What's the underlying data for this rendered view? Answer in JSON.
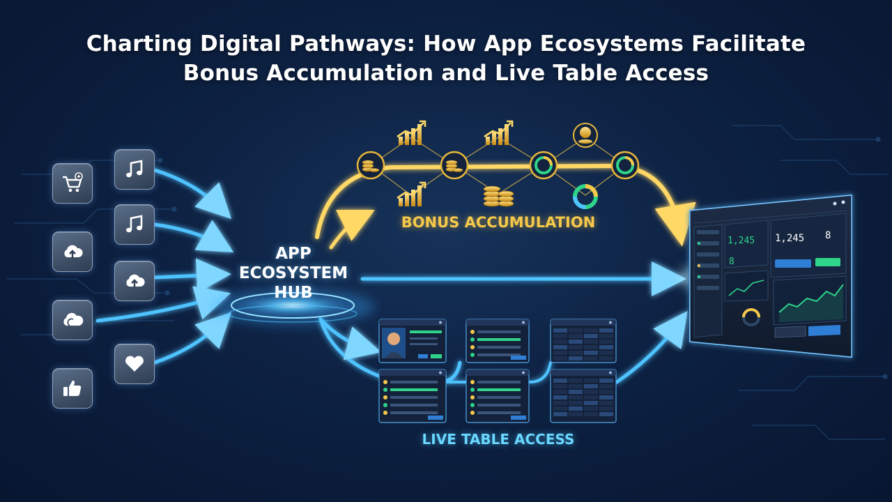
{
  "title_line1": "Charting Digital Pathways: How App Ecosystems Facilitate",
  "title_line2": "Bonus Accumulation and Live Table Access",
  "hub": {
    "line1": "APP",
    "line2": "ECOSYSTEM",
    "line3": "HUB"
  },
  "bonus_label": "BONUS ACCUMULATION",
  "live_label": "LIVE TABLE ACCESS",
  "dashboard": {
    "stat1": "1,245",
    "stat2": "8",
    "stat3": "1,245",
    "stat4": "8"
  },
  "apps": [
    {
      "icon": "cart-plus-icon"
    },
    {
      "icon": "music-icon"
    },
    {
      "icon": "music-icon"
    },
    {
      "icon": "cloud-upload-icon"
    },
    {
      "icon": "cloud-upload-icon"
    },
    {
      "icon": "cloud-icon"
    },
    {
      "icon": "heart-icon"
    },
    {
      "icon": "thumbs-up-icon"
    }
  ],
  "colors": {
    "background": "#0d2142",
    "bonus_path": "#f6c94a",
    "live_path": "#4fc3ff",
    "accent_green": "#2fd48a"
  }
}
